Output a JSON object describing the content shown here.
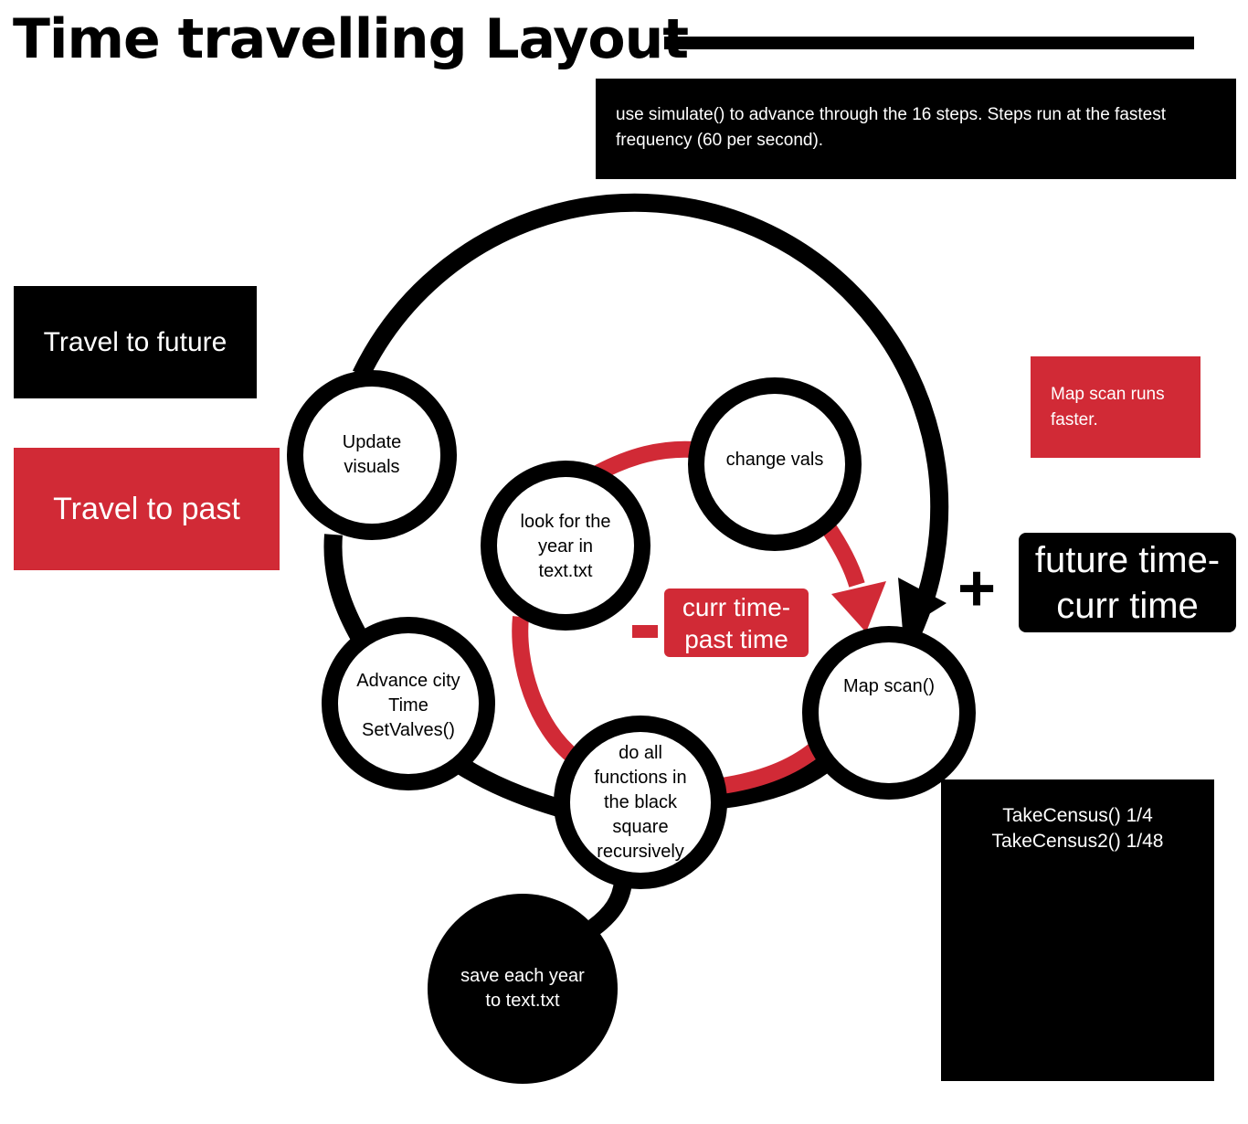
{
  "title": "Time travelling Layout",
  "note": "use simulate() to advance through the 16 steps. Steps run at the fastest frequency (60 per second).",
  "buttons": {
    "future": "Travel to future",
    "past": "Travel to past"
  },
  "map_scan_note": "Map scan runs faster.",
  "future_formula": [
    "future time-",
    "curr time"
  ],
  "past_formula": [
    "curr time-",
    "past time"
  ],
  "plus": "+",
  "census": [
    "TakeCensus()  1/4",
    "TakeCensus2() 1/48"
  ],
  "nodes": {
    "update_visuals": "Update visuals",
    "change_vals": "change vals",
    "look_for_year": "look for the year in text.txt",
    "map_scan": "Map scan()",
    "advance_city": "Advance city Time SetValves()",
    "do_all": "do all functions in the black square recursively",
    "save_each": "save each year to text.txt"
  },
  "colors": {
    "black": "#000000",
    "red": "#d12a36",
    "white": "#ffffff"
  }
}
